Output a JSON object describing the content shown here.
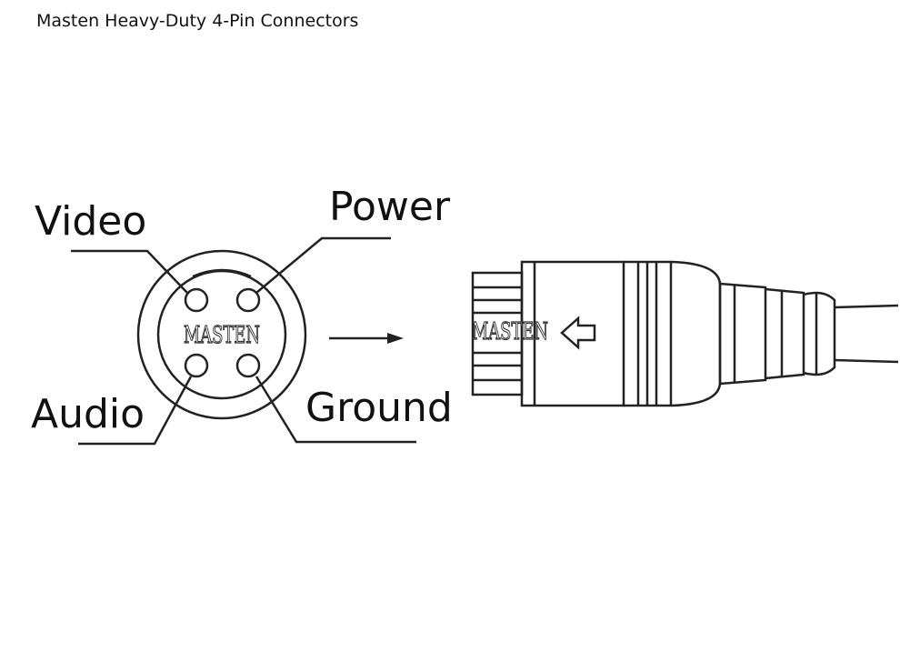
{
  "title": "Masten Heavy-Duty 4-Pin Connectors",
  "pins": {
    "video": "Video",
    "power": "Power",
    "audio": "Audio",
    "ground": "Ground"
  },
  "logo_text": "MASTEN",
  "colors": {
    "line": "#222222",
    "background": "#ffffff"
  }
}
